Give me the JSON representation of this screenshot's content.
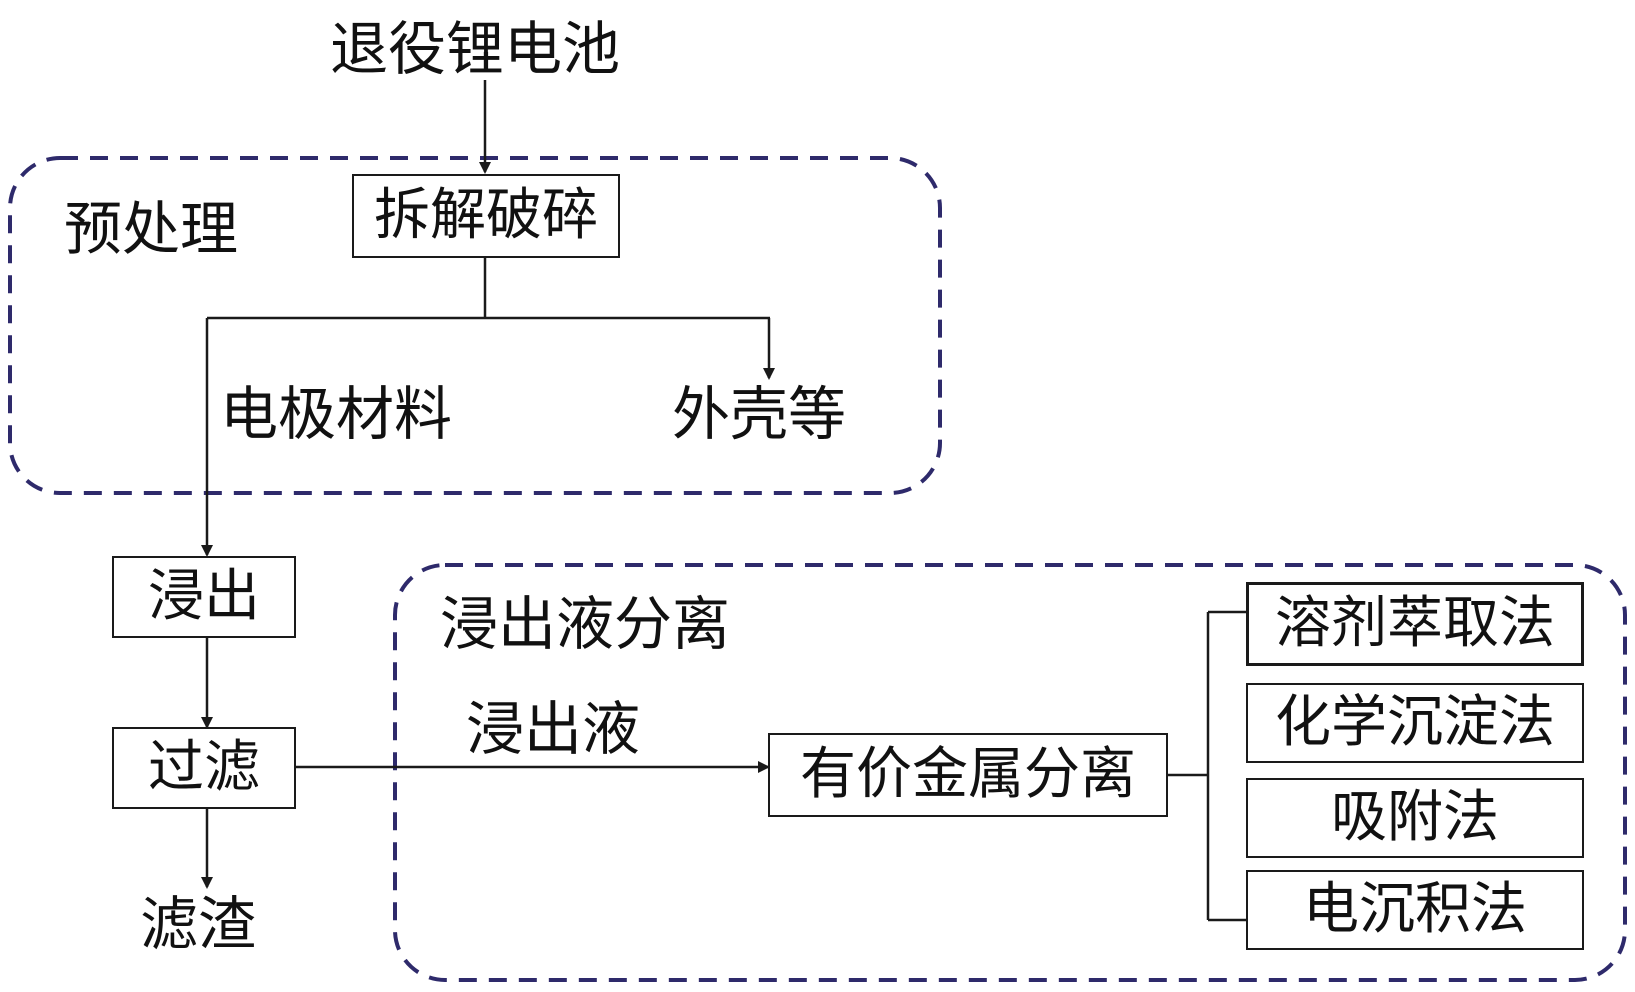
{
  "source": "退役锂电池",
  "pretreatment": {
    "region_label": "预处理",
    "step": "拆解破碎",
    "output_left": "电极材料",
    "output_right": "外壳等"
  },
  "leaching": "浸出",
  "filtration": "过滤",
  "residue": "滤渣",
  "separation": {
    "region_label": "浸出液分离",
    "flow_label": "浸出液",
    "step": "有价金属分离",
    "methods": [
      "溶剂萃取法",
      "化学沉淀法",
      "吸附法",
      "电沉积法"
    ]
  },
  "colors": {
    "region_border": "#2e2a6b",
    "line": "#1a1a1a",
    "text": "#111111"
  }
}
